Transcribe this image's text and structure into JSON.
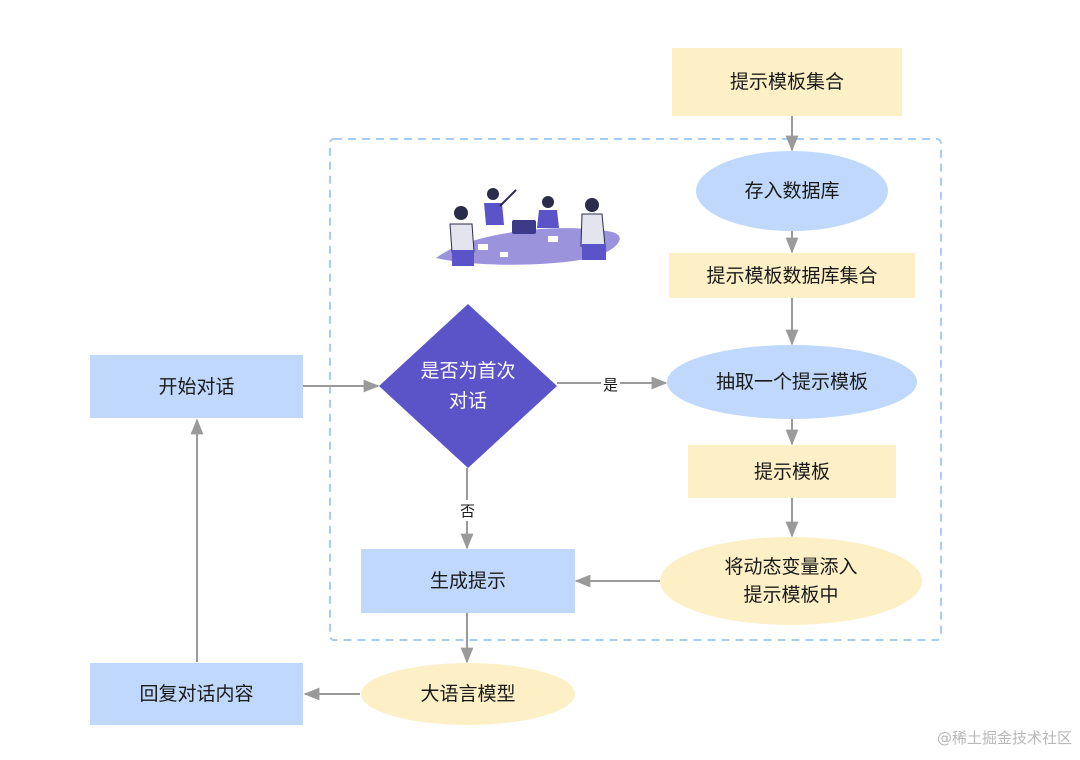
{
  "nodes": {
    "template_set": "提示模板集合",
    "store_db": "存入数据库",
    "template_db_set": "提示模板数据库集合",
    "extract_template": "抽取一个提示模板",
    "template": "提示模板",
    "add_vars_line1": "将动态变量添入",
    "add_vars_line2": "提示模板中",
    "generate_prompt": "生成提示",
    "llm": "大语言模型",
    "reply": "回复对话内容",
    "start": "开始对话",
    "decision_line1": "是否为首次",
    "decision_line2": "对话"
  },
  "edge_labels": {
    "yes": "是",
    "no": "否"
  },
  "watermark": "@稀土掘金技术社区",
  "colors": {
    "blue_fill": "#bfd8fb",
    "yellow_fill": "#fdf0c7",
    "decision_fill": "#5b54c9",
    "edge_gray": "#9a9a9a",
    "dashed_border": "#a9ccf5"
  }
}
